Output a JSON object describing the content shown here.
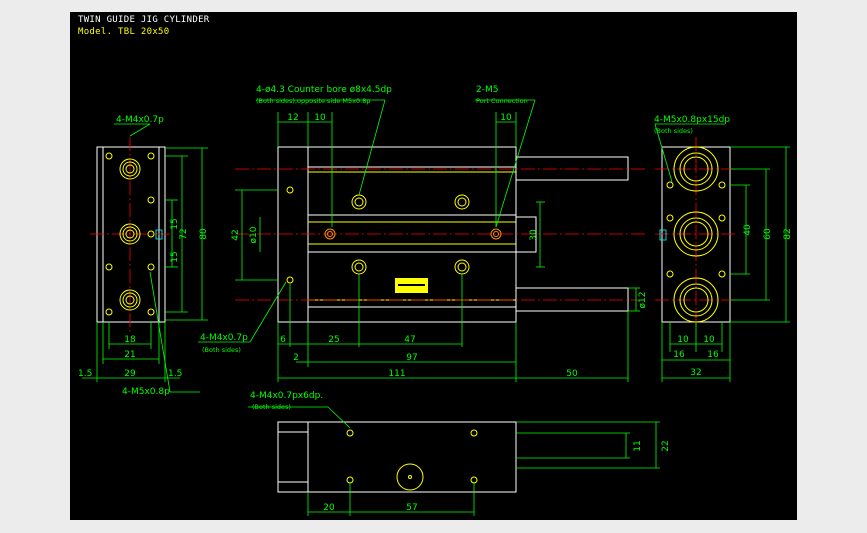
{
  "title": {
    "line1": "TWIN GUIDE JIG CYLINDER",
    "line2": "Model. TBL 20x50"
  },
  "colors": {
    "background": "#000000",
    "outline": "#ffffff",
    "dimension": "#00ff00",
    "centerline": "#ff0000",
    "rod": "#ffff00",
    "hole": "#ffff00"
  },
  "callouts": {
    "counterbore": "4-ø4.3 Counter bore ø8x4.5dp",
    "counterbore_note": "(Both sides),opposite side M5x0.8p",
    "port": "2-M5",
    "port_note": "Port Connection",
    "left_top": "4-M4x0.7p",
    "left_bottom": "4-M5x0.8p",
    "side_thread": "4-M4x0.7p",
    "side_thread_note": "(Both sides)",
    "right_top": "4-M5x0.8px15dp",
    "right_top_note": "(Both sides)",
    "bottom_thread": "4-M4x0.7px6dp.",
    "bottom_thread_note": "(Both sides)"
  },
  "dims": {
    "left_view": {
      "d15a": "15",
      "d72": "72",
      "d80": "80",
      "d15b": "15",
      "d18": "18",
      "d21": "21",
      "d29": "29",
      "d1_5a": "1.5",
      "d1_5b": "1.5"
    },
    "front_view": {
      "d12": "12",
      "d10a": "10",
      "d10b": "10",
      "d42": "42",
      "dphi10": "ø10",
      "d30": "30",
      "dphi12": "ø12",
      "d6": "6",
      "d2": "2",
      "d25": "25",
      "d47": "47",
      "d97": "97",
      "d111": "111",
      "d50": "50"
    },
    "right_view": {
      "d40": "40",
      "d60": "60",
      "d82": "82",
      "d10a": "10",
      "d10b": "10",
      "d16a": "16",
      "d16b": "16",
      "d32": "32"
    },
    "bottom_view": {
      "d11": "11",
      "d22": "22",
      "d20": "20",
      "d57": "57"
    }
  }
}
